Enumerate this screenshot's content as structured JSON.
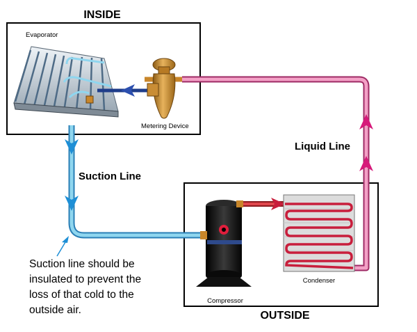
{
  "labels": {
    "inside": "INSIDE",
    "outside": "OUTSIDE",
    "evaporator": "Evaporator",
    "metering_device": "Metering Device",
    "suction_line": "Suction Line",
    "liquid_line": "Liquid Line",
    "compressor": "Compressor",
    "condenser": "Condenser"
  },
  "note": {
    "line1": "Suction line should be",
    "line2": "insulated to prevent the",
    "line3": "loss of that cold to the",
    "line4": "outside air."
  },
  "colors": {
    "suction": "#8fd6ef",
    "suction_arrow": "#1e8fd6",
    "liquid": "#f3a0c6",
    "liquid_arrow": "#d6197a",
    "hot_gas": "#e0484e",
    "condenser_coil": "#c81e3c",
    "metering_device": "#c8862a",
    "compressor": "#101010"
  }
}
